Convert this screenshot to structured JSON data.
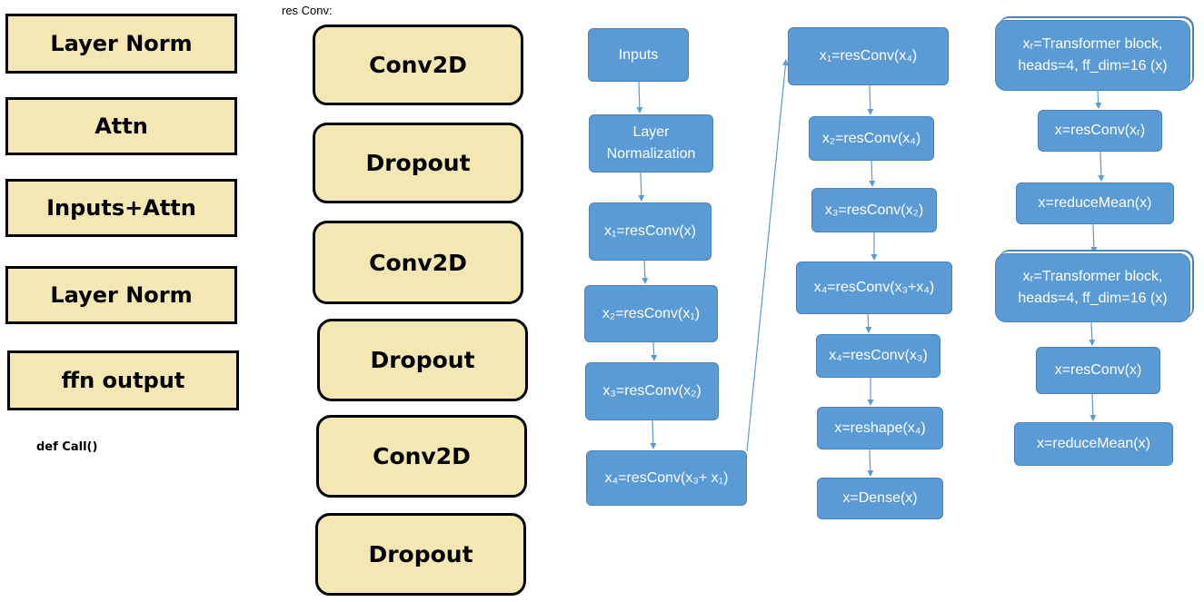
{
  "call_block": {
    "caption": "def Call()",
    "layers": [
      "Layer Norm",
      "Attn",
      "Inputs+Attn",
      "Layer Norm",
      "ffn output"
    ]
  },
  "res_conv": {
    "caption": "res Conv:",
    "layers": [
      "Conv2D",
      "Dropout",
      "Conv2D",
      "Dropout",
      "Conv2D",
      "Dropout"
    ]
  },
  "flow": {
    "col1": [
      {
        "lines": [
          "Inputs"
        ]
      },
      {
        "lines": [
          "Layer",
          "Normalization"
        ]
      },
      {
        "lines": [
          "x₁=resConv(x)"
        ]
      },
      {
        "lines": [
          "x₂=resConv(x₁)"
        ]
      },
      {
        "lines": [
          "x₃=resConv(x₂)"
        ]
      },
      {
        "lines": [
          "x₄=resConv(x₃+ x₁)"
        ]
      }
    ],
    "col2": [
      {
        "lines": [
          "x₁=resConv(x₄)"
        ]
      },
      {
        "lines": [
          "x₂=resConv(x₄)"
        ]
      },
      {
        "lines": [
          "x₃=resConv(x₂)"
        ]
      },
      {
        "lines": [
          "x₄=resConv(x₃+x₄)"
        ]
      },
      {
        "lines": [
          "x₄=resConv(x₃)"
        ]
      },
      {
        "lines": [
          "x=reshape(x₄)"
        ]
      },
      {
        "lines": [
          "x=Dense(x)"
        ]
      }
    ],
    "col3": [
      {
        "lines": [
          "xᵣ=Transformer block,",
          "heads=4, ff_dim=16 (x)"
        ]
      },
      {
        "lines": [
          "x=resConv(xᵣ)"
        ]
      },
      {
        "lines": [
          "x=reduceMean(x)"
        ]
      },
      {
        "lines": [
          "xᵣ=Transformer block,",
          "heads=4, ff_dim=16 (x)"
        ]
      },
      {
        "lines": [
          "x=resConv(x)"
        ]
      },
      {
        "lines": [
          "x=reduceMean(x)"
        ]
      }
    ]
  },
  "colors": {
    "block_fill": "#f4e7b4",
    "block_border": "#000000",
    "flow_fill": "#5b9bd5",
    "flow_border": "#4a82b8",
    "arrow": "#5b9bd5"
  }
}
